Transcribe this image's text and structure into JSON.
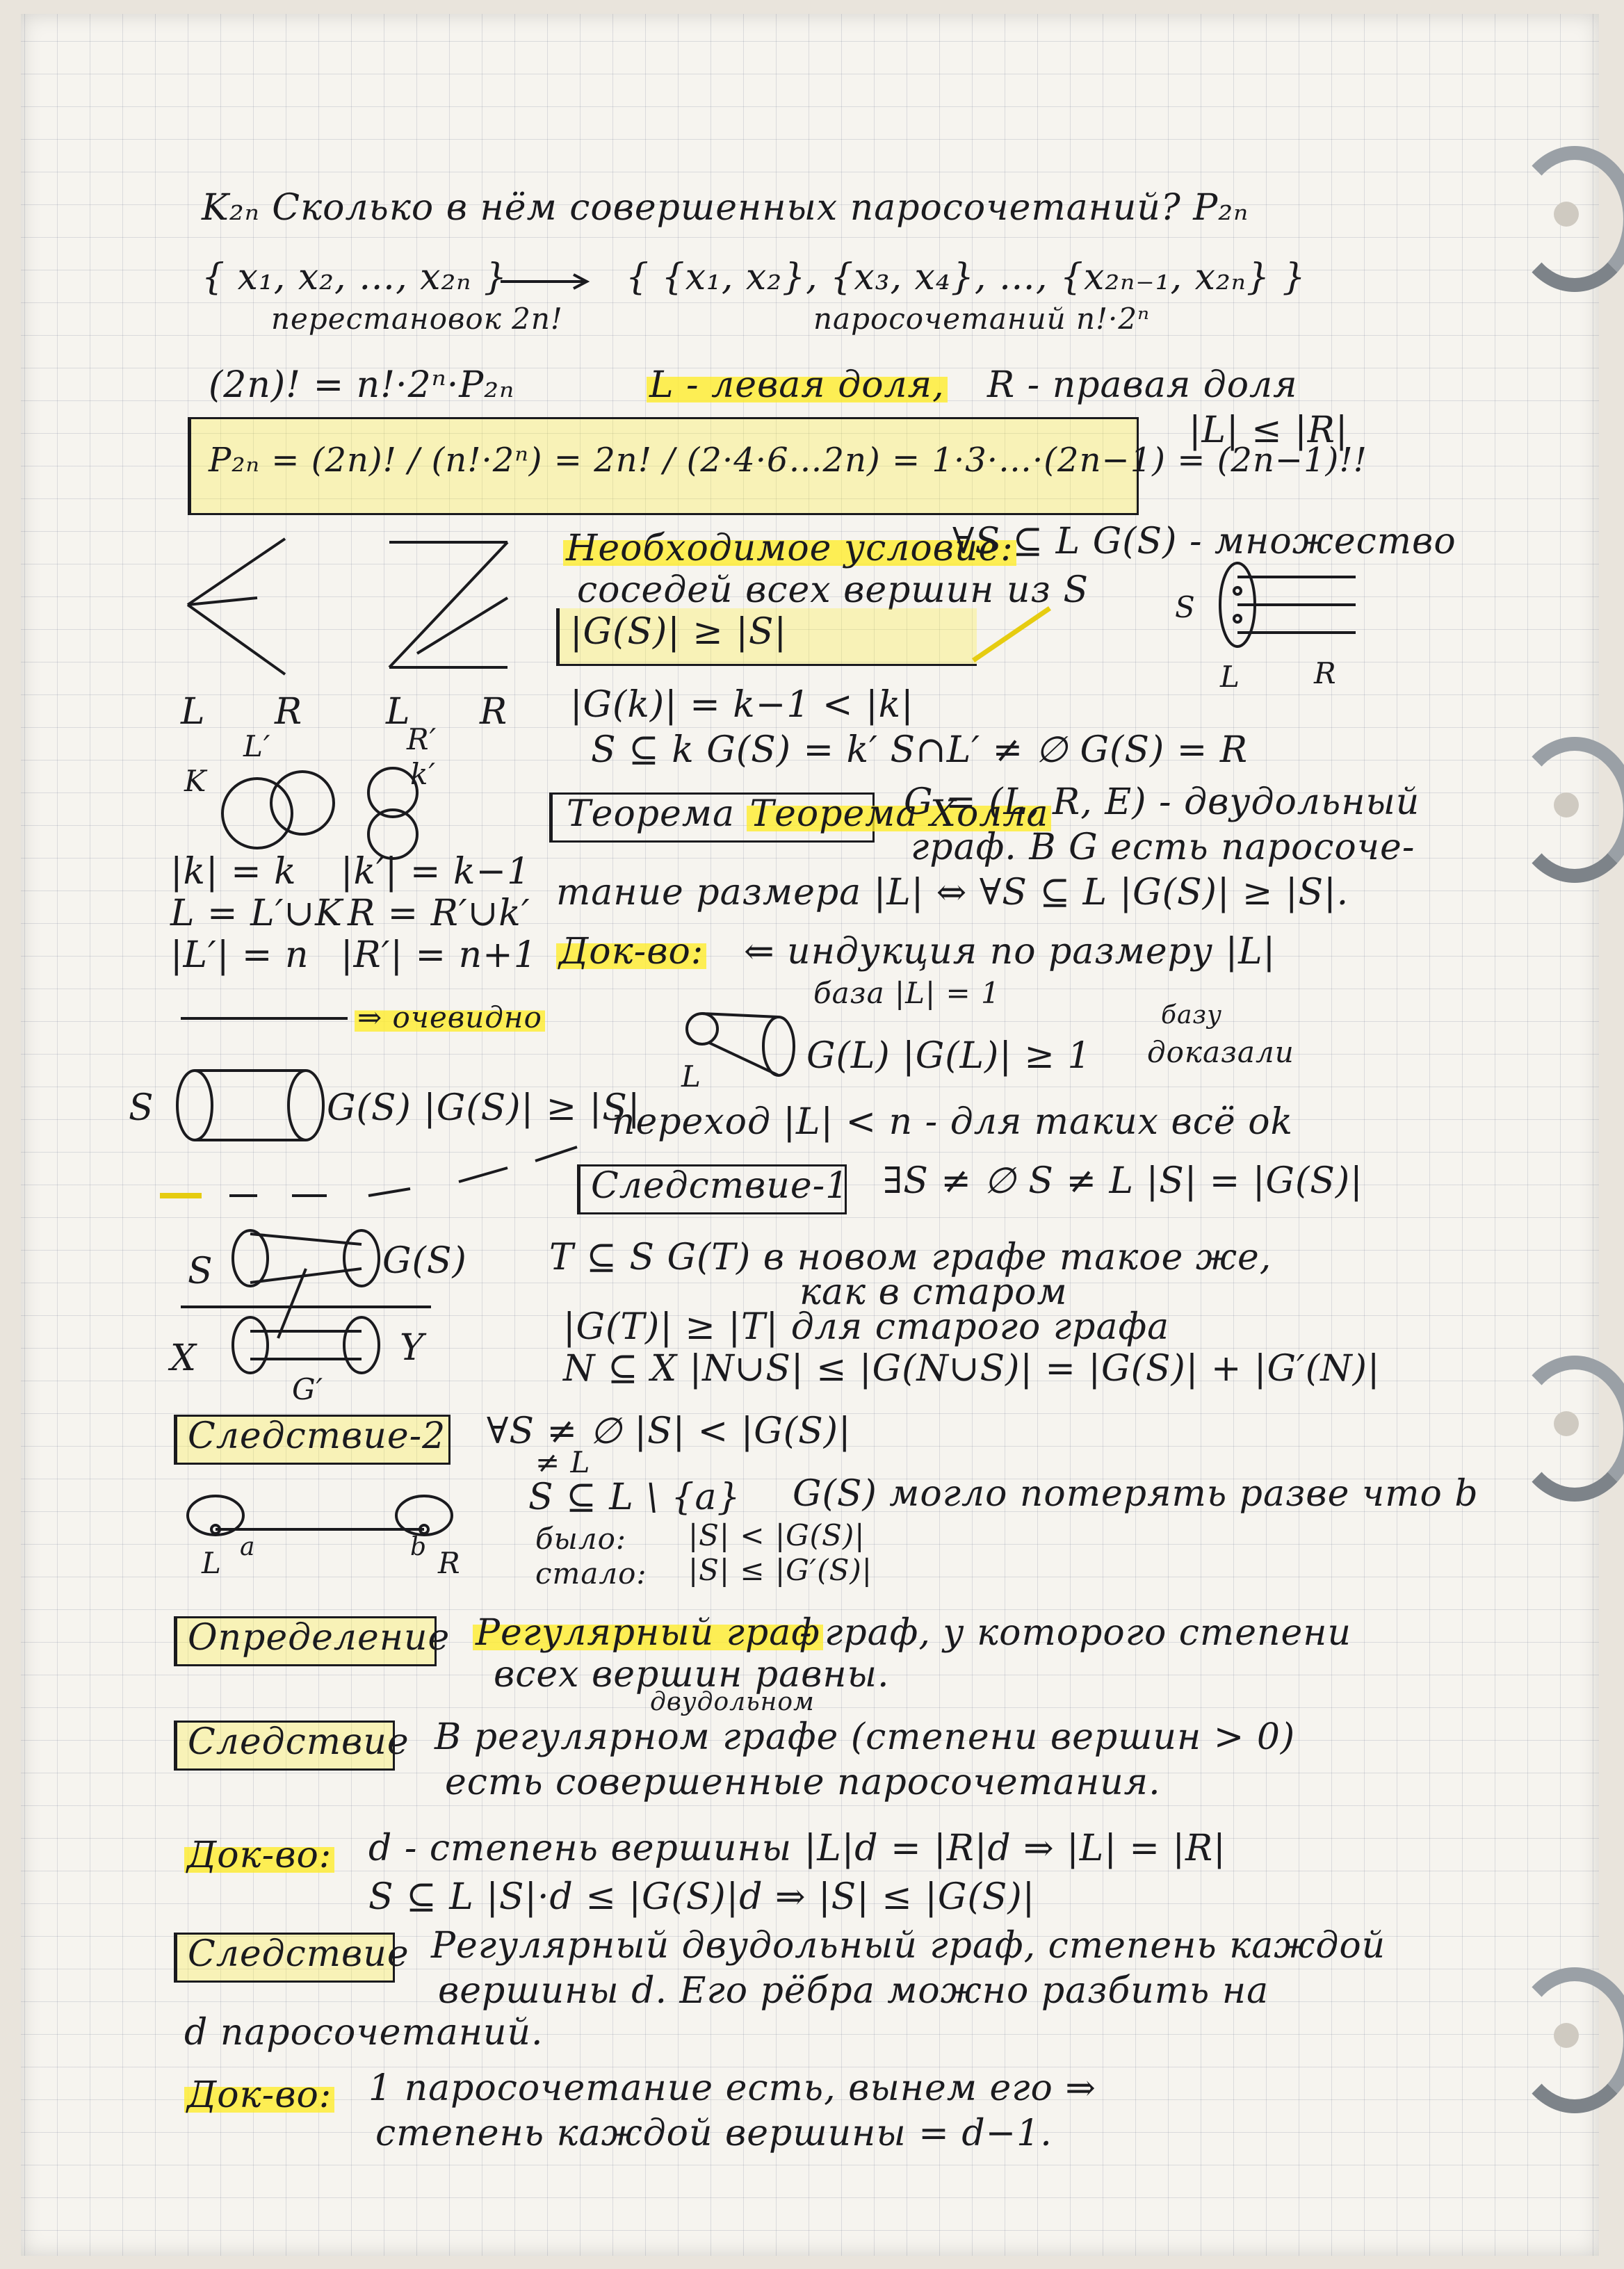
{
  "lines": {
    "l01": "K₂ₙ  Сколько в нём совершенных паросочетаний?  P₂ₙ",
    "l02a": "{ x₁, x₂, …, x₂ₙ }",
    "l02b": "{ {x₁, x₂}, {x₃, x₄}, …, {x₂ₙ₋₁, x₂ₙ} }",
    "l03a": "перестановок  2n!",
    "l03b": "паросочетаний  n!·2ⁿ",
    "l04a": "(2n)! = n!·2ⁿ·P₂ₙ",
    "l04b": "L - левая доля,",
    "l04c": "R - правая доля",
    "l05a": "P₂ₙ = (2n)! / (n!·2ⁿ) = 2n! / (2·4·6…2n) = 1·3·…·(2n−1) = (2n−1)!!",
    "l05b": "|L| ≤ |R|",
    "l06a": "Необходимое условие:",
    "l06b": "∀S ⊆ L  G(S) - множество",
    "l07": "соседей всех вершин из S",
    "l08": "|G(S)| ≥ |S|",
    "l09": "|G(k)| = k−1 < |k|",
    "l10": "S ⊆ k   G(S) = k′     S∩L′ ≠ ∅   G(S) = R",
    "l11a": "Теорема Холла",
    "l11b": "G = (L, R, E) - двудольный",
    "l12": "граф. В G есть паросоче-",
    "l13": "тание размера |L| ⇔ ∀S ⊆ L  |G(S)| ≥ |S|.",
    "l14a": "Док-во:",
    "l14b": "⇐  индукция по размеру |L|",
    "l15a": "база |L| = 1",
    "l15b": "базу",
    "l16a": "G(L)   |G(L)| ≥ 1",
    "l16b": "доказали",
    "l17": "переход |L| < n  - для таких всё ok",
    "l18a": "Следствие-1",
    "l18b": "∃S ≠ ∅  S ≠ L  |S| = |G(S)|",
    "l19": "T ⊆ S   G(T) в новом графе такое же,",
    "l20": "как в старом",
    "l21": "|G(T)| ≥ |T|  для старого графа",
    "l22": "N ⊆ X   |N∪S| ≤ |G(N∪S)| = |G(S)| + |G′(N)|",
    "l23a": "Следствие-2",
    "l23b": "∀S ≠ ∅   |S| < |G(S)|",
    "l24": "≠ L",
    "l25a": "S ⊆ L \\ {a}",
    "l25b": "G(S) могло потерять разве что b",
    "l26a": "было:",
    "l26b": "|S| < |G(S)|",
    "l27a": "стало:",
    "l27b": "|S| ≤ |G′(S)|",
    "l28a": "Определение",
    "l28b": "Регулярный граф",
    "l28c": "- граф, у которого степени",
    "l29": "всех вершин равны.",
    "l30a": "Следствие",
    "l30b": "двудольном",
    "l31": "В регулярном графе (степени вершин > 0)",
    "l32": "есть совершенные паросочетания.",
    "l33a": "Док-во:",
    "l33b": "d - степень вершины   |L|d = |R|d ⇒ |L| = |R|",
    "l34": "S ⊆ L   |S|·d ≤ |G(S)|d  ⇒   |S| ≤ |G(S)|",
    "l35a": "Следствие",
    "l35b": "Регулярный двудольный граф, степень каждой",
    "l36": "вершины d. Его рёбра можно разбить на",
    "l37": "d паросочетаний.",
    "l38a": "Док-во:",
    "l38b": "1 паросочетание есть, вынем его ⇒",
    "l39": "степень каждой вершины = d−1."
  },
  "left": {
    "lr1": "L",
    "lr2": "R",
    "lr3": "L",
    "lr4": "R",
    "k1": "L′",
    "k2": "K",
    "k3": "R′",
    "k4": "k′",
    "m1": "|k| = k",
    "m2": "|k′| = k−1",
    "m3": "L = L′∪K",
    "m4": "R = R′∪k′",
    "m5": "|L′| = n",
    "m6": "|R′| = n+1",
    "ob": "⇒  очевидно",
    "sg": "S",
    "sg2": "G(S)  |G(S)| ≥ |S|",
    "c1": "S",
    "c2": "G(S)",
    "c3": "X",
    "c4": "Y",
    "c5": "G′",
    "a1": "L",
    "a2": "a",
    "a3": "b",
    "a4": "R",
    "fs": "S",
    "fl": "L",
    "fr": "R",
    "bl": "L"
  }
}
